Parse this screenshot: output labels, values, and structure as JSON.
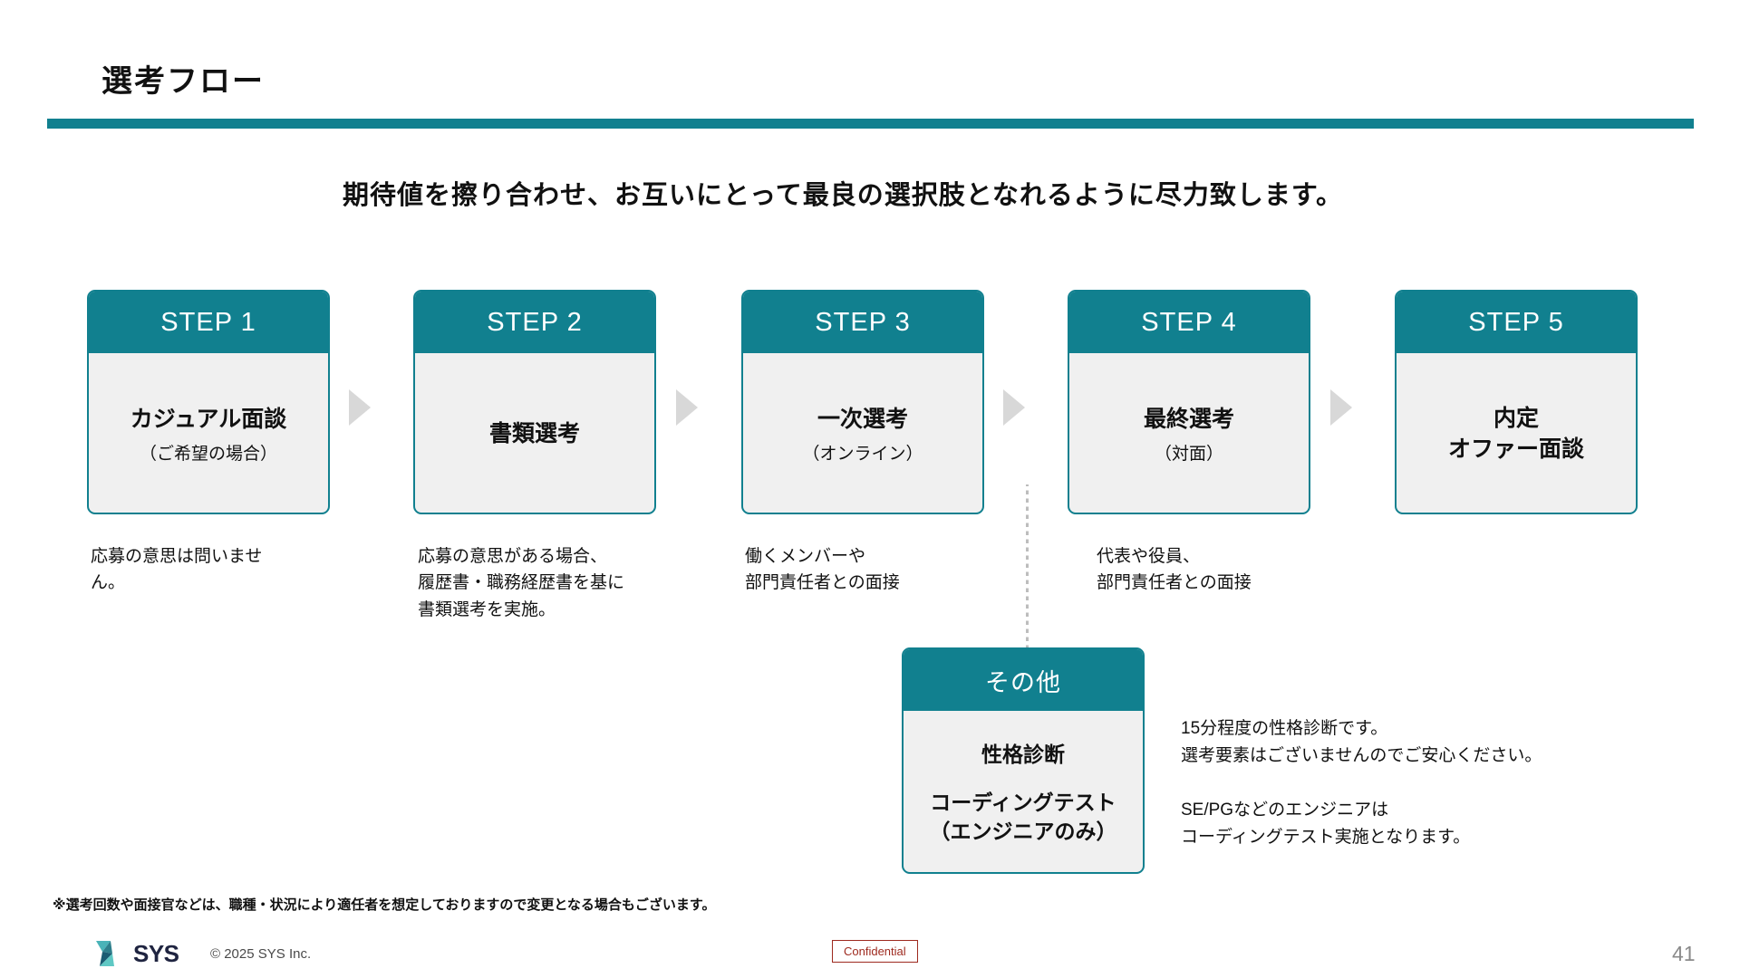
{
  "header": {
    "title": "選考フロー",
    "rule_color": "#11808f"
  },
  "subtitle": "期待値を擦り合わせ、お互いにとって最良の選択肢となれるように尽力致します。",
  "steps": [
    {
      "head": "STEP 1",
      "main": "カジュアル面談",
      "sub": "（ご希望の場合）",
      "caption": "応募の意思は問いませ\nん。"
    },
    {
      "head": "STEP 2",
      "main": "書類選考",
      "sub": "",
      "caption": "応募の意思がある場合、\n履歴書・職務経歴書を基に\n書類選考を実施。"
    },
    {
      "head": "STEP 3",
      "main": "一次選考",
      "sub": "（オンライン）",
      "caption": "働くメンバーや\n部門責任者との面接"
    },
    {
      "head": "STEP 4",
      "main": "最終選考",
      "sub": "（対面）",
      "caption": "代表や役員、\n部門責任者との面接"
    },
    {
      "head": "STEP 5",
      "main": "内定\nオファー面談",
      "sub": "",
      "caption": ""
    }
  ],
  "other": {
    "head": "その他",
    "line1": "性格診断",
    "line2": "コーディングテスト\n（エンジニアのみ）"
  },
  "notes": [
    "15分程度の性格診断です。\n選考要素はございませんのでご安心ください。",
    "SE/PGなどのエンジニアは\nコーディングテスト実施となります。"
  ],
  "footnote": "※選考回数や面接官などは、職種・状況により適任者を想定しておりますので変更となる場合もございます。",
  "footer": {
    "logo_text": "SYS",
    "copyright": "©  2025   SYS Inc.",
    "confidential": "Confidential",
    "page_number": "41"
  },
  "theme": {
    "accent": "#11808f",
    "card_bg": "#f0f0f0",
    "arrow": "#d8d8d8",
    "confidential_red": "#9e2a1f"
  }
}
